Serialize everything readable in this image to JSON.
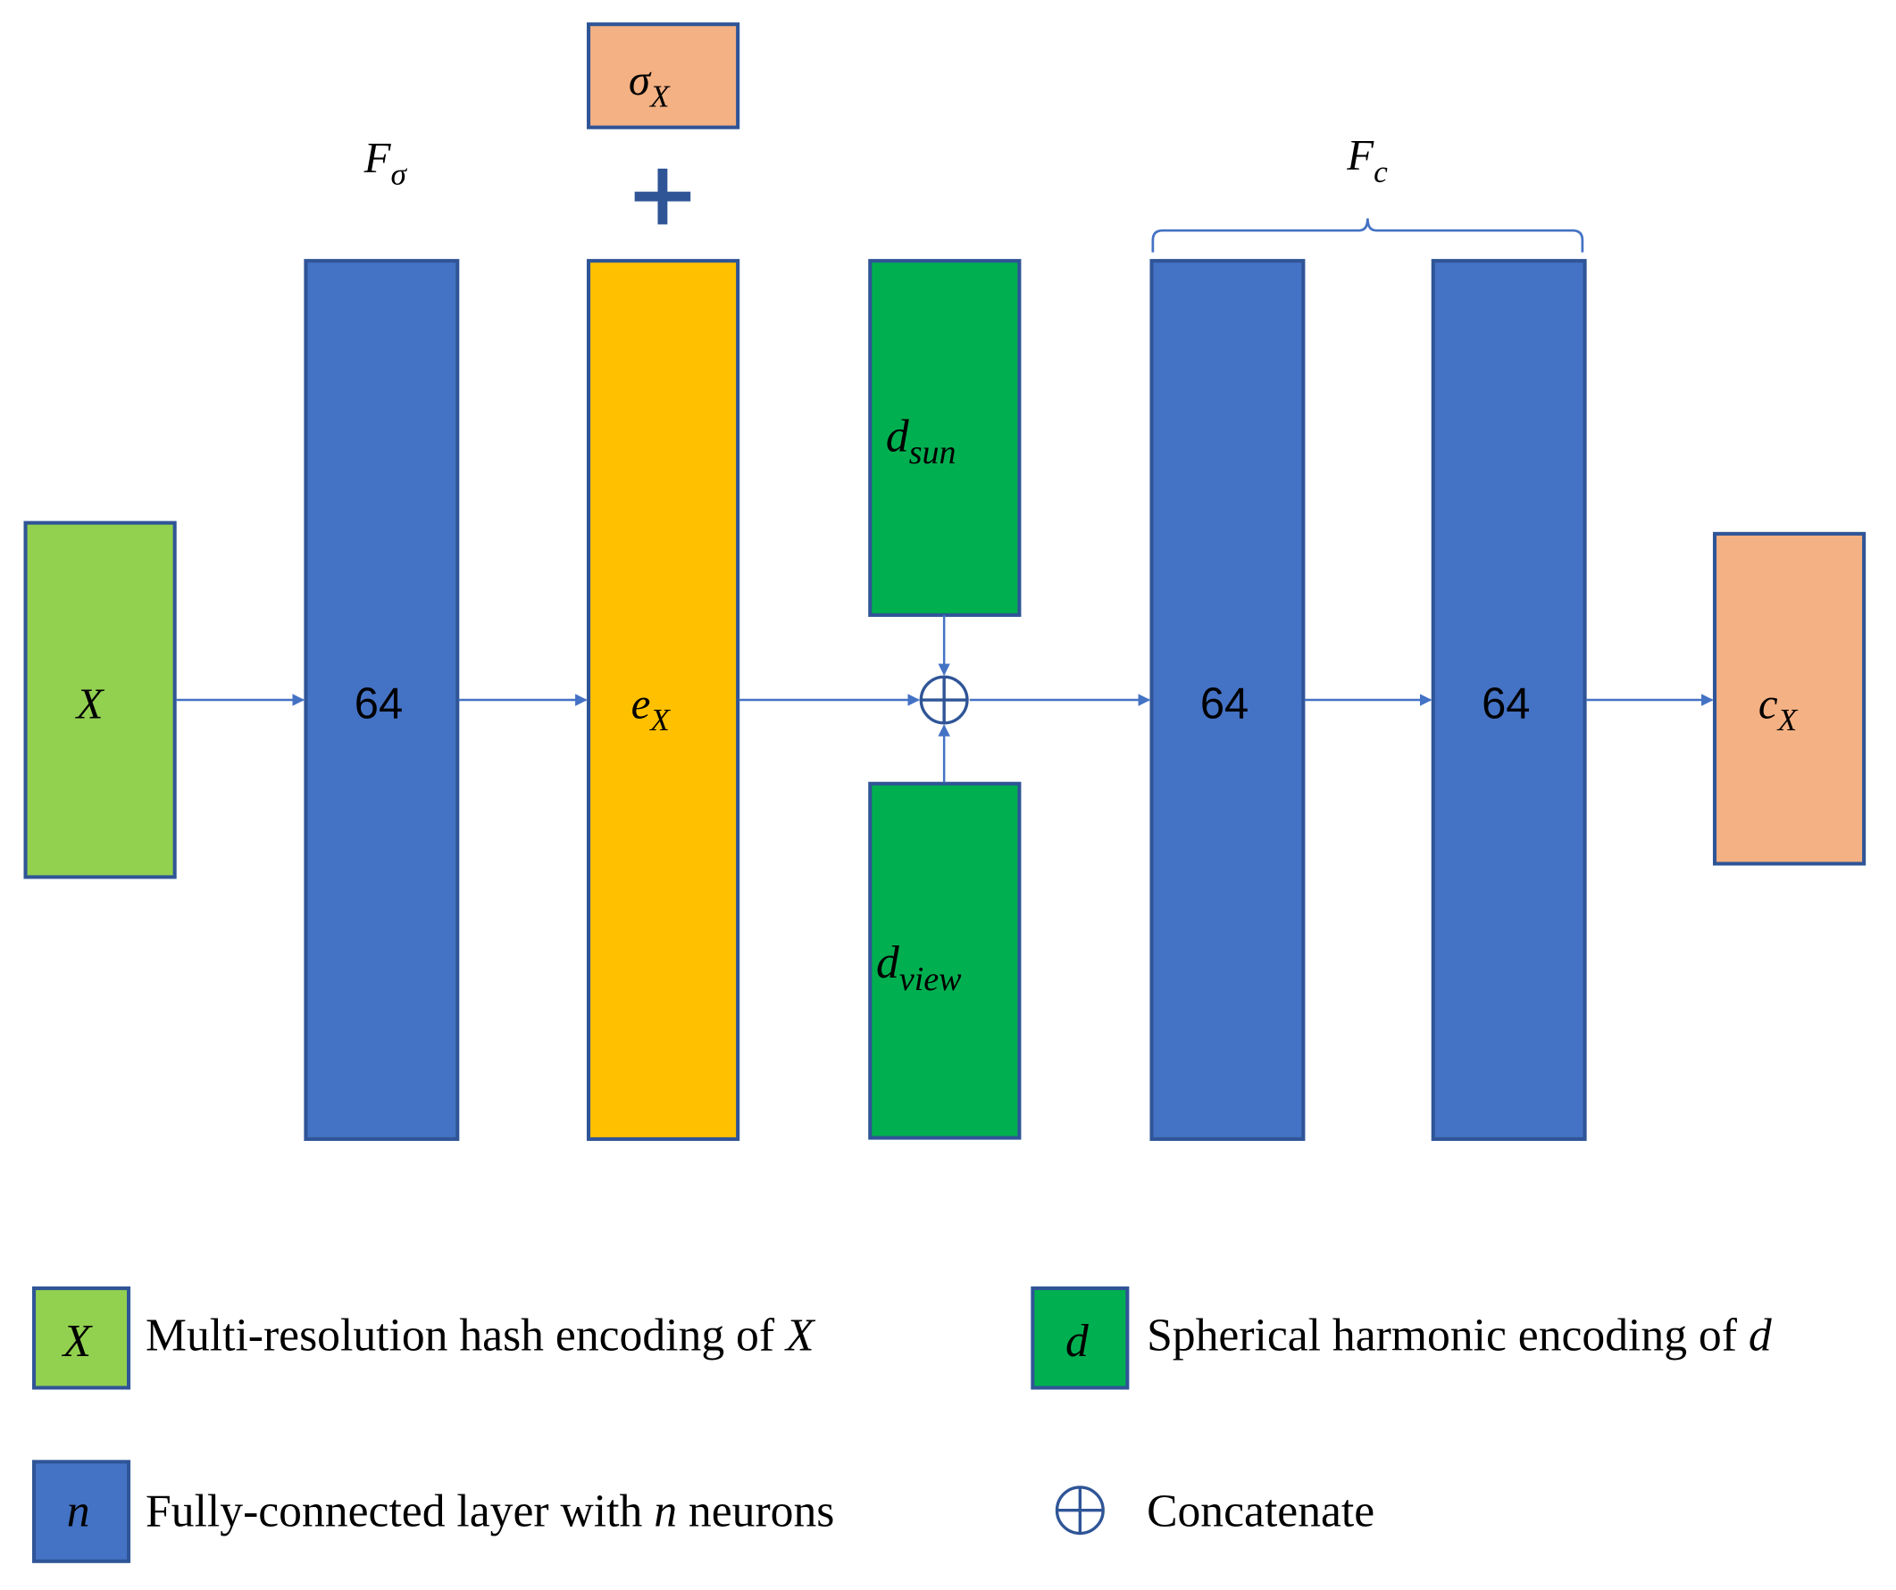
{
  "colors": {
    "fc_blue": "#4472C4",
    "encoding_light_green": "#92D050",
    "encoding_dark_green": "#00B050",
    "feature_yellow": "#FFC000",
    "output_orange": "#F4B183",
    "border": "#2F5597",
    "arrow": "#4472C4"
  },
  "icons": {
    "plus": "plus-icon",
    "concat": "circled-plus-icon"
  },
  "diagram": {
    "f_sigma": {
      "main": "F",
      "sub": "σ"
    },
    "f_c": {
      "main": "F",
      "sub": "c"
    },
    "sigma_x": {
      "main": "σ",
      "sub": "X"
    },
    "input_x": {
      "main": "X"
    },
    "layer1": "64",
    "e_x": {
      "main": "e",
      "sub": "X"
    },
    "d_sun": {
      "main": "d",
      "sub": "sun"
    },
    "d_view": {
      "main": "d",
      "sub": "view"
    },
    "layer2": "64",
    "layer3": "64",
    "c_x": {
      "main": "c",
      "sub": "X"
    }
  },
  "legend": {
    "hash": {
      "swatch": "X",
      "text": "Multi-resolution hash encoding of ",
      "var": "X"
    },
    "sh": {
      "swatch": "d",
      "text": "Spherical harmonic encoding of ",
      "var": "d"
    },
    "fc": {
      "swatch": "n",
      "text_a": "Fully-connected layer with ",
      "var": "n",
      "text_b": " neurons"
    },
    "concat": {
      "text": "Concatenate"
    }
  }
}
